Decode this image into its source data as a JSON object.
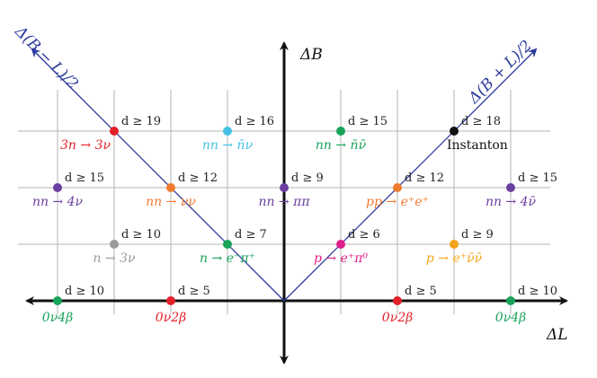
{
  "axes": {
    "x_label": "ΔL",
    "y_label": "ΔB",
    "diag_left_label": "Δ(B − L)/2",
    "diag_right_label": "Δ(B + L)/2"
  },
  "colors": {
    "grid": "#b5b5b5",
    "axis": "#111111",
    "diagonal": "#2b3a9c",
    "red": "#e5202a",
    "cyan": "#45c1e3",
    "green": "#1aa35a",
    "black": "#111111",
    "purple": "#6b3fa0",
    "orange": "#f07a30",
    "gray": "#9a9a9a",
    "magenta": "#e0208a",
    "yellow": "#f5a31a"
  },
  "points": [
    {
      "L": -3,
      "B": 3,
      "color": "red",
      "dim": "d ≥ 19",
      "process": "3n → 3ν",
      "proc_pos": "below-left"
    },
    {
      "L": -1,
      "B": 3,
      "color": "cyan",
      "dim": "d ≥ 16",
      "process": "nn → n̄ν",
      "proc_pos": "below"
    },
    {
      "L": 1,
      "B": 3,
      "color": "green",
      "dim": "d ≥ 15",
      "process": "nn → n̄ν̄",
      "proc_pos": "below"
    },
    {
      "L": 3,
      "B": 3,
      "color": "black",
      "dim": "d ≥ 18",
      "process": "Instanton",
      "proc_pos": "below-right"
    },
    {
      "L": -4,
      "B": 2,
      "color": "purple",
      "dim": "d ≥ 15",
      "process": "nn → 4ν",
      "proc_pos": "below"
    },
    {
      "L": -2,
      "B": 2,
      "color": "orange",
      "dim": "d ≥ 12",
      "process": "nn → νν",
      "proc_pos": "below"
    },
    {
      "L": 0,
      "B": 2,
      "color": "purple",
      "dim": "d ≥ 9",
      "process": "nn → ππ",
      "proc_pos": "below"
    },
    {
      "L": 2,
      "B": 2,
      "color": "orange",
      "dim": "d ≥ 12",
      "process": "pp → e⁺e⁺",
      "proc_pos": "below"
    },
    {
      "L": 4,
      "B": 2,
      "color": "purple",
      "dim": "d ≥ 15",
      "process": "nn → 4ν̄",
      "proc_pos": "below"
    },
    {
      "L": -3,
      "B": 1,
      "color": "gray",
      "dim": "d ≥ 10",
      "process": "n → 3ν",
      "proc_pos": "below"
    },
    {
      "L": -1,
      "B": 1,
      "color": "green",
      "dim": "d ≥ 7",
      "process": "n → e⁻π⁺",
      "proc_pos": "below"
    },
    {
      "L": 1,
      "B": 1,
      "color": "magenta",
      "dim": "d ≥ 6",
      "process": "p → e⁺π⁰",
      "proc_pos": "below"
    },
    {
      "L": 3,
      "B": 1,
      "color": "yellow",
      "dim": "d ≥ 9",
      "process": "p → e⁺ν̄ν̄",
      "proc_pos": "below"
    },
    {
      "L": -4,
      "B": 0,
      "color": "green",
      "dim": "d ≥ 10",
      "process": "0ν4β",
      "proc_pos": "below"
    },
    {
      "L": -2,
      "B": 0,
      "color": "red",
      "dim": "d ≥ 5",
      "process": "0ν2β",
      "proc_pos": "below"
    },
    {
      "L": 2,
      "B": 0,
      "color": "red",
      "dim": "d ≥ 5",
      "process": "0ν2β",
      "proc_pos": "below"
    },
    {
      "L": 4,
      "B": 0,
      "color": "green",
      "dim": "d ≥ 10",
      "process": "0ν4β",
      "proc_pos": "below"
    }
  ]
}
